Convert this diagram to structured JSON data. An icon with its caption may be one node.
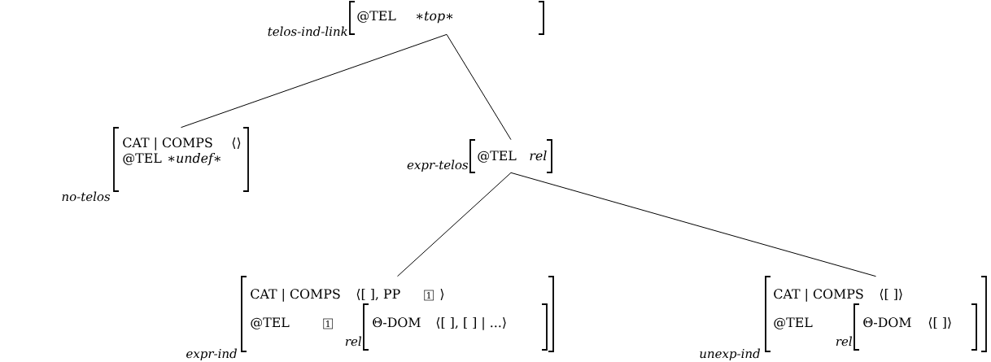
{
  "diagram": {
    "nodes": [
      {
        "text": [
          "telos-ind-link",
          "@TEL",
          "∗top∗"
        ]
      },
      {
        "text": [
          "no-telos",
          "CAT | COMPS",
          "⟨⟩",
          "@TEL",
          "∗undef∗"
        ]
      },
      {
        "text": [
          "expr-telos",
          "@TEL",
          "rel"
        ]
      },
      {
        "text": [
          "expr-ind",
          "CAT | COMPS",
          "⟨[ ], PP",
          "1",
          "⟩",
          "@TEL",
          "1"
        ]
      },
      {
        "text": [
          "rel",
          "Θ-DOM",
          "⟨[ ], [ ] | ...⟩"
        ],
        "in": 3
      },
      {
        "text": [
          "unexp-ind",
          "CAT | COMPS",
          "⟨[ ]⟩",
          "@TEL"
        ]
      },
      {
        "text": [
          "rel",
          "Θ-DOM",
          "⟨[ ]⟩"
        ],
        "in": 5
      }
    ],
    "edges": [
      {
        "from": 0,
        "to": 1,
        "arrow": "none"
      },
      {
        "from": 0,
        "to": 2,
        "arrow": "none"
      },
      {
        "from": 2,
        "to": 3,
        "arrow": "none"
      },
      {
        "from": 2,
        "to": 5,
        "arrow": "none"
      }
    ]
  }
}
